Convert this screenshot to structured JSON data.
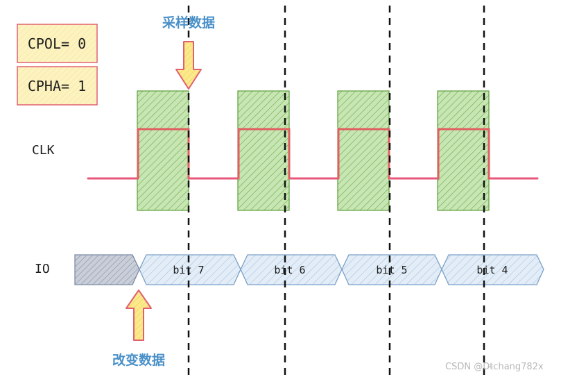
{
  "labels": {
    "cpol": "CPOL= 0",
    "cpha": "CPHA= 1",
    "clk": "CLK",
    "io": "IO",
    "sample_data": "采样数据",
    "change_data": "改变数据",
    "watermark": "CSDN @Dt̶chang782x"
  },
  "io_segments": [
    {
      "label": ""
    },
    {
      "label": "bit 7"
    },
    {
      "label": "bit 6"
    },
    {
      "label": "bit 5"
    },
    {
      "label": "bit 4"
    }
  ],
  "colors": {
    "clock_line": "#e8577a",
    "clock_high_box": "#e06060",
    "green_fill": "#b9dfa1",
    "green_stroke": "#5a9e3a",
    "io_fill": "#dbe8f5",
    "io_stroke": "#7aa0c8",
    "io_first_fill": "#c7ccd6",
    "label_box_fill": "#fff6c8",
    "label_box_stroke": "#e06070",
    "arrow_fill": "#f8e27a",
    "arrow_stroke": "#e06070",
    "title_blue": "#4a90c8",
    "dashed": "#111111"
  }
}
